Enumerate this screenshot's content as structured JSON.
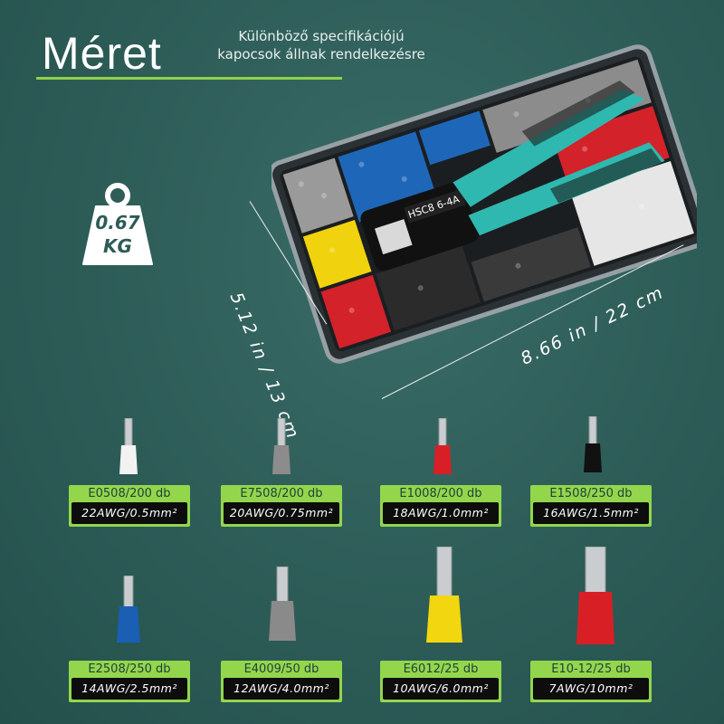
{
  "header": {
    "title": "Méret",
    "subtitle_line1": "Különböző specifikációjú",
    "subtitle_line2": "kapocsok állnak rendelkezésre"
  },
  "weight": {
    "value": "0.67",
    "unit": "KG"
  },
  "dimensions": {
    "height": "5.12 in / 13 cm",
    "width": "8.66 in / 22 cm"
  },
  "tool_label": "HSC8 6-4A",
  "colors": {
    "accent": "#93d64c",
    "background": "#2d5c57"
  },
  "ferrules": [
    {
      "code": "E0508/200 db",
      "spec": "22AWG/0.5mm²",
      "color": "#f2f2f2"
    },
    {
      "code": "E7508/200 db",
      "spec": "20AWG/0.75mm²",
      "color": "#8c8c8c"
    },
    {
      "code": "E1008/200 db",
      "spec": "18AWG/1.0mm²",
      "color": "#d91f26"
    },
    {
      "code": "E1508/250 db",
      "spec": "16AWG/1.5mm²",
      "color": "#111111"
    },
    {
      "code": "E2508/250 db",
      "spec": "14AWG/2.5mm²",
      "color": "#1a5fb4"
    },
    {
      "code": "E4009/50 db",
      "spec": "12AWG/4.0mm²",
      "color": "#8a8a8a"
    },
    {
      "code": "E6012/25 db",
      "spec": "10AWG/6.0mm²",
      "color": "#f2d60f"
    },
    {
      "code": "E10-12/25 db",
      "spec": "7AWG/10mm²",
      "color": "#d91f26"
    }
  ]
}
